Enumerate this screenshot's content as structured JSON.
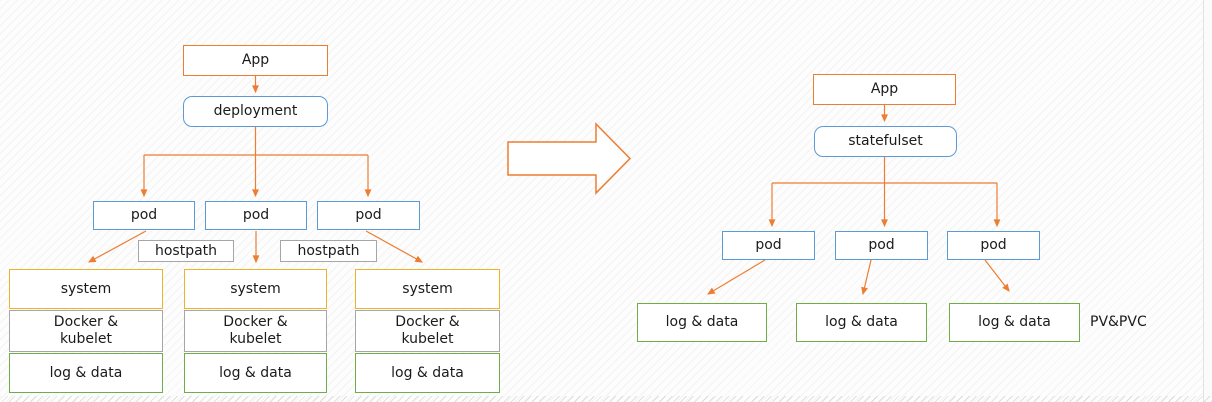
{
  "left": {
    "app_label": "App",
    "controller_label": "deployment",
    "pod_labels": [
      "pod",
      "pod",
      "pod"
    ],
    "hostpath_labels": [
      "hostpath",
      "hostpath"
    ],
    "stacks": [
      {
        "system": "system",
        "runtime": "Docker & kubelet",
        "storage": "log & data"
      },
      {
        "system": "system",
        "runtime": "Docker & kubelet",
        "storage": "log & data"
      },
      {
        "system": "system",
        "runtime": "Docker & kubelet",
        "storage": "log & data"
      }
    ]
  },
  "right": {
    "app_label": "App",
    "controller_label": "statefulset",
    "pod_labels": [
      "pod",
      "pod",
      "pod"
    ],
    "volume_labels": [
      "log & data",
      "log & data",
      "log & data"
    ],
    "annotation": "PV&PVC"
  },
  "colors": {
    "arrow_orange": "#ED7D31",
    "node_blue": "#5B9BD5",
    "system_gold": "#EDB42B",
    "neutral_gray": "#A6A6A6",
    "storage_green": "#70AD47"
  }
}
